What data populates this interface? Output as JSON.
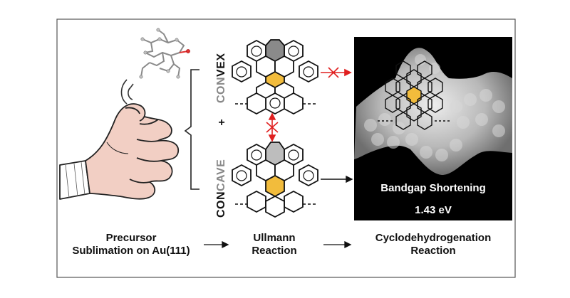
{
  "labels": {
    "precursor_line1": "Precursor",
    "precursor_line2": "Sublimation on Au(111)",
    "ullmann_line1": "Ullmann",
    "ullmann_line2": "Reaction",
    "cyclo_line1": "Cyclodehydrogenation",
    "cyclo_line2": "Reaction",
    "convex_prefix": "CON",
    "convex_suffix": "VEX",
    "concave_prefix": "CON",
    "concave_suffix": "CAVE",
    "plus": "+",
    "bandgap_title": "Bandgap Shortening",
    "bandgap_value": "1.43 eV"
  },
  "colors": {
    "frame": "#555555",
    "accent_gold": "#f2bc3c",
    "gray_ring": "#8a8a8a",
    "light_gray_ring": "#bdbdbd",
    "blocked_arrow": "#e02020",
    "stm_background": "#000000",
    "text": "#111111",
    "convex_gray_text": "#888888"
  }
}
